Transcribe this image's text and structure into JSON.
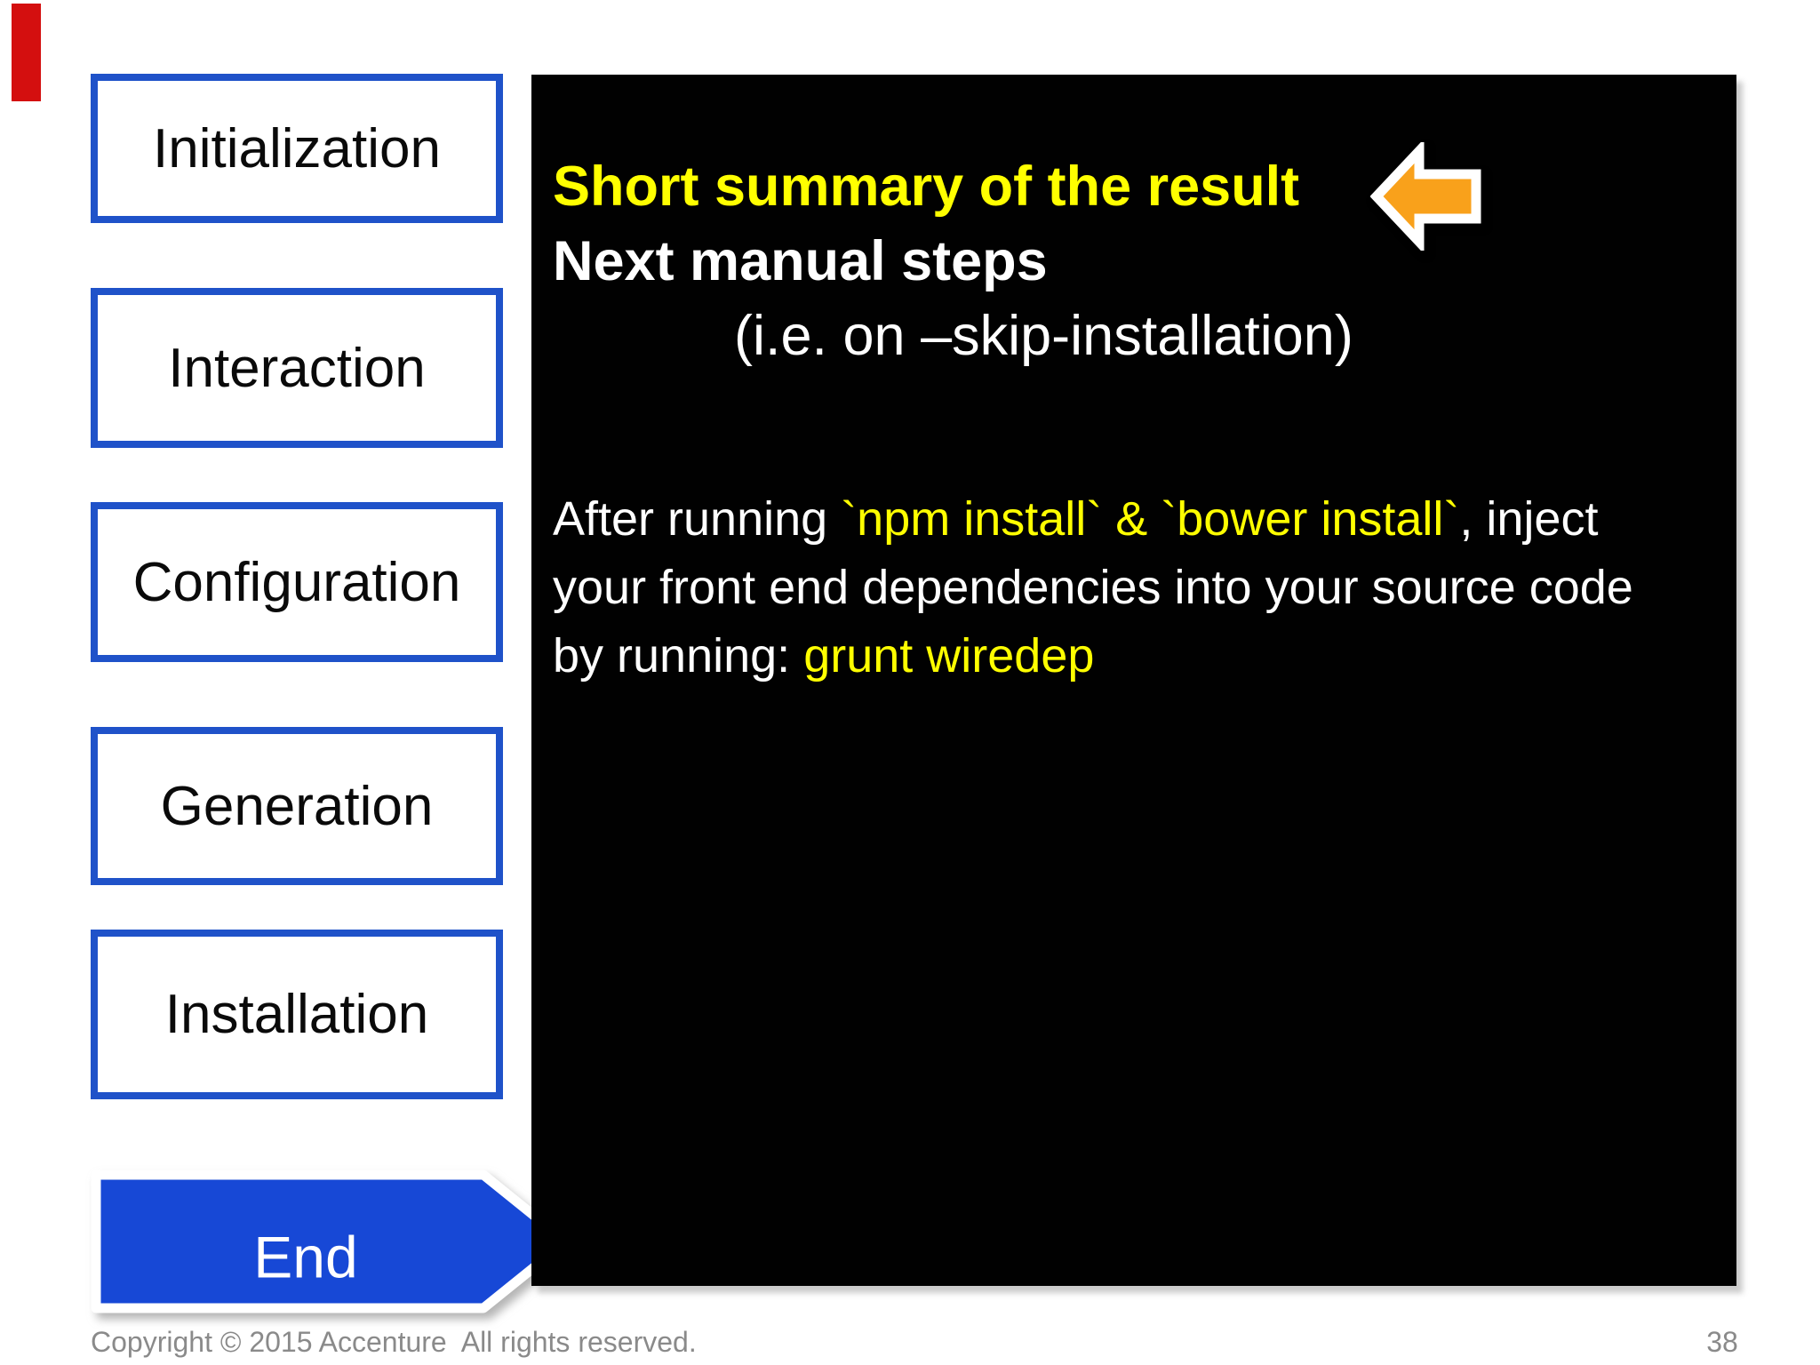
{
  "slide": {
    "footer": "Copyright © 2015 Accenture  All rights reserved.",
    "page_number": "38"
  },
  "sidebar": {
    "steps": [
      {
        "label": "Initialization"
      },
      {
        "label": "Interaction"
      },
      {
        "label": "Configuration"
      },
      {
        "label": "Generation"
      },
      {
        "label": "Installation"
      }
    ],
    "end_step": {
      "label": "End"
    }
  },
  "panel": {
    "heading": {
      "line1": "Short summary of the result",
      "line2": "Next manual steps",
      "line3": "(i.e. on –skip-installation)"
    },
    "paragraph": {
      "lines": [
        [
          {
            "text": "After running ",
            "color": "white"
          },
          {
            "text": "`npm install` & `bower install`",
            "color": "yellow"
          },
          {
            "text": ", inject",
            "color": "white"
          }
        ],
        [
          {
            "text": "your front end dependencies into your source code",
            "color": "white"
          }
        ],
        [
          {
            "text": "by running: ",
            "color": "white"
          },
          {
            "text": "grunt wiredep",
            "color": "yellow"
          }
        ]
      ]
    }
  },
  "icons": {
    "orange_arrow": "left-block-arrow",
    "end_arrow": "right-block-arrow"
  },
  "colors": {
    "step_border_blue": "#1f52c9",
    "end_arrow_blue": "#1748d6",
    "highlight_yellow": "#ffff00",
    "orange_arrow": "#f9a11b",
    "panel_background": "#010101",
    "footer_gray": "#8a8a8a",
    "red_marker": "#d40f0f",
    "text_white": "#ffffff",
    "text_black": "#0a0a0a"
  }
}
